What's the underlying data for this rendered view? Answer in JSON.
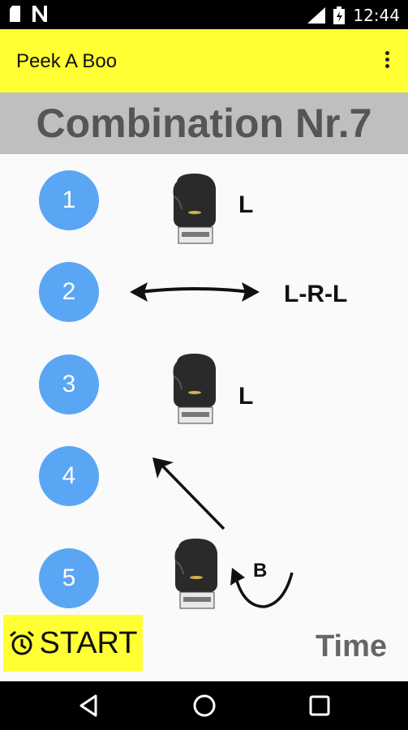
{
  "status_bar": {
    "time": "12:44",
    "icons": [
      "sd-card-icon",
      "n-icon",
      "signal-icon",
      "battery-icon"
    ]
  },
  "app_bar": {
    "title": "Peek A Boo",
    "menu_icon": "overflow-menu-icon"
  },
  "combination": {
    "title": "Combination Nr.7"
  },
  "steps": [
    {
      "number": "1",
      "move": "L",
      "icon": "boxing-glove-icon"
    },
    {
      "number": "2",
      "move": "L-R-L",
      "icon": "double-arrow-icon"
    },
    {
      "number": "3",
      "move": "L",
      "icon": "boxing-glove-icon"
    },
    {
      "number": "4",
      "move": "",
      "icon": "diagonal-arrow-icon"
    },
    {
      "number": "5",
      "move": "B",
      "icon": "boxing-glove-icon"
    }
  ],
  "controls": {
    "start_label": "START",
    "time_label": "Time"
  },
  "colors": {
    "app_bar": "#ffff33",
    "header": "#bfbfbf",
    "step_circle": "#5aa6f5"
  }
}
